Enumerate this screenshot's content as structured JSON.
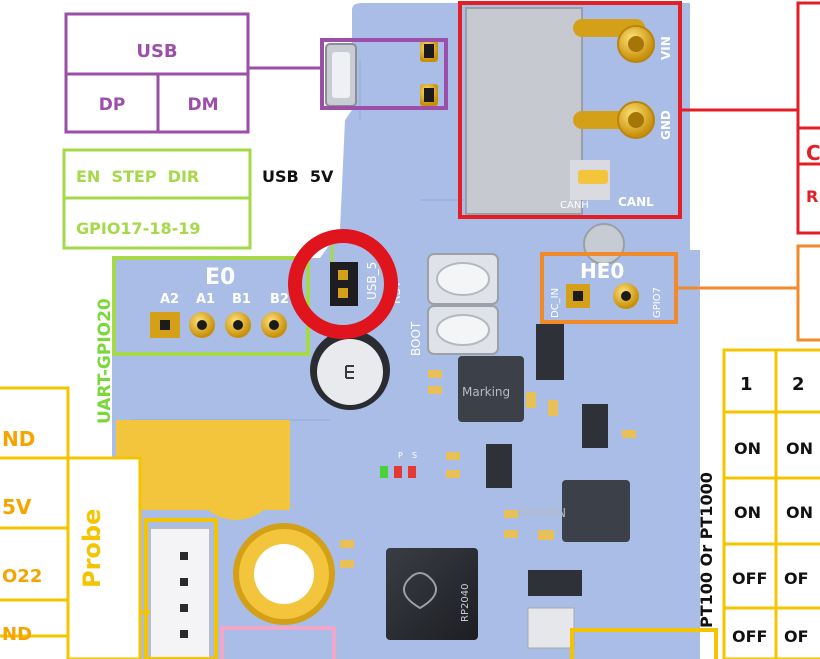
{
  "usb_box": {
    "title": "USB",
    "left": "DP",
    "right": "DM"
  },
  "motor_box": {
    "signals": "EN  STEP  DIR",
    "gpio": "GPIO17-18-19"
  },
  "usb5v_label": "USB  5V",
  "pcb": {
    "e0_title": "E0",
    "e0_pins": [
      "A2",
      "A1",
      "B1",
      "B2"
    ],
    "uart_label": "UART-GPIO20",
    "usb5_silk": "USB_5",
    "rst": "RST",
    "boot": "BOOT",
    "power_vin": "VIN",
    "power_gnd": "GND",
    "canl": "CANL",
    "canh": "CANH",
    "dc_in": "DC_IN",
    "he0": "HE0",
    "gpio7": "GPIO7",
    "marking": "Marking",
    "chip": "RP2040",
    "probe_silk": "Probe",
    "leds": [
      "P",
      "S"
    ]
  },
  "left_labels": [
    "ND",
    "5V",
    "O22",
    "ND"
  ],
  "probe_label": "Probe",
  "pt_label": "PT100 Or PT1000",
  "right_partial": [
    "C",
    "R"
  ],
  "table": {
    "headers": [
      "1",
      "2"
    ],
    "rows": [
      [
        "ON",
        "ON"
      ],
      [
        "ON",
        "ON"
      ],
      [
        "OFF",
        "OF"
      ],
      [
        "OFF",
        "OF"
      ]
    ]
  },
  "colors": {
    "pcb": "#a9bde6",
    "pad": "#d4a017",
    "purple": "#9b4fa8",
    "lime": "#a6d94a",
    "red": "#e31e24",
    "orange": "#f08a2a",
    "yellow": "#f5c400",
    "ring": "#e0141c"
  }
}
